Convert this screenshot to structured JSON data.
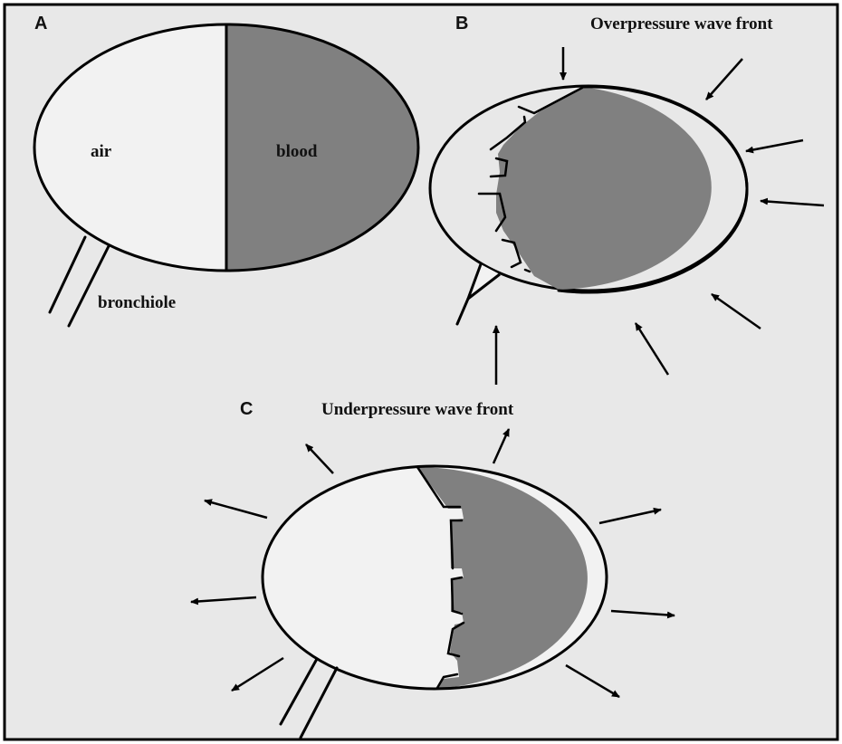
{
  "panels": {
    "a": {
      "letter": "A",
      "air": "air",
      "blood": "blood",
      "bronchiole": "bronchiole"
    },
    "b": {
      "letter": "B",
      "caption": "Overpressure wave front"
    },
    "c": {
      "letter": "C",
      "caption": "Underpressure wave front"
    }
  },
  "colors": {
    "background": "#e8e8e8",
    "air": "#f2f2f2",
    "blood": "#808080",
    "line": "#000000"
  }
}
